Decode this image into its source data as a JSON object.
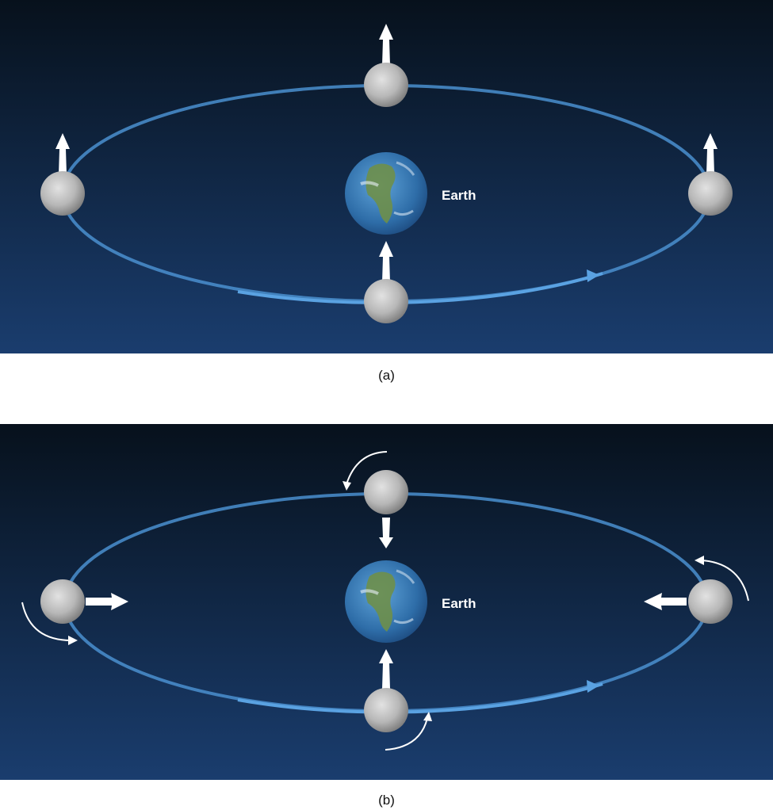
{
  "panels": [
    {
      "id": "a",
      "caption": "(a)",
      "earth_label": "Earth",
      "moon_rotation": "none",
      "arrow_direction": "fixed-up"
    },
    {
      "id": "b",
      "caption": "(b)",
      "earth_label": "Earth",
      "moon_rotation": "synchronous",
      "arrow_direction": "toward-earth"
    }
  ],
  "colors": {
    "background_top": "#07111c",
    "background_bottom": "#1a3d6e",
    "orbit": "#4a8fcf",
    "orbit_faded": "#2c5a8c",
    "arrow": "#ffffff",
    "label": "#ffffff"
  },
  "icons": {
    "earth": "earth-icon",
    "moon": "moon-icon",
    "orientation_arrow": "arrow-icon",
    "rotation_arrow": "curved-arrow-icon",
    "orbit_direction": "orbit-direction-arrowhead"
  }
}
